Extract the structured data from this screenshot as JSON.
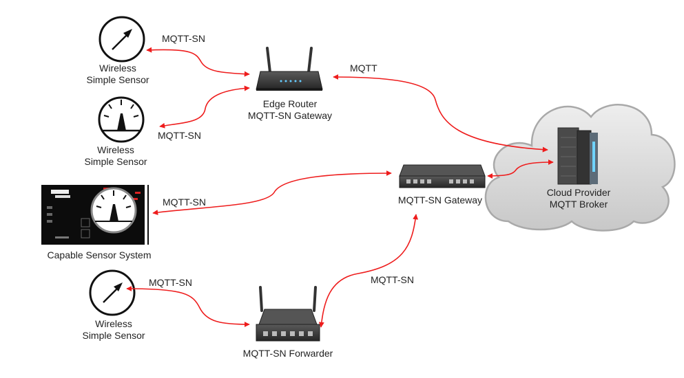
{
  "nodes": {
    "sensor_top": {
      "line1": "Wireless",
      "line2": "Simple Sensor"
    },
    "sensor_mid": {
      "line1": "Wireless",
      "line2": "Simple Sensor"
    },
    "sensor_bottom": {
      "line1": "Wireless",
      "line2": "Simple Sensor"
    },
    "edge_router": {
      "line1": "Edge Router",
      "line2": "MQTT-SN Gateway"
    },
    "gateway": {
      "label": "MQTT-SN Gateway"
    },
    "capable_system": {
      "label": "Capable Sensor System"
    },
    "forwarder": {
      "label": "MQTT-SN Forwarder"
    },
    "cloud": {
      "line1": "Cloud Provider",
      "line2": "MQTT Broker"
    }
  },
  "links": {
    "sensor_top_router": "MQTT-SN",
    "sensor_mid_router": "MQTT-SN",
    "router_cloud": "MQTT",
    "capable_gateway": "MQTT-SN",
    "sensor_bottom_forwarder": "MQTT-SN",
    "forwarder_gateway": "MQTT-SN"
  },
  "colors": {
    "connection": "#ee1c1c",
    "device_dark": "#3a3a3a",
    "cloud_fill": "#d9d9d9"
  }
}
